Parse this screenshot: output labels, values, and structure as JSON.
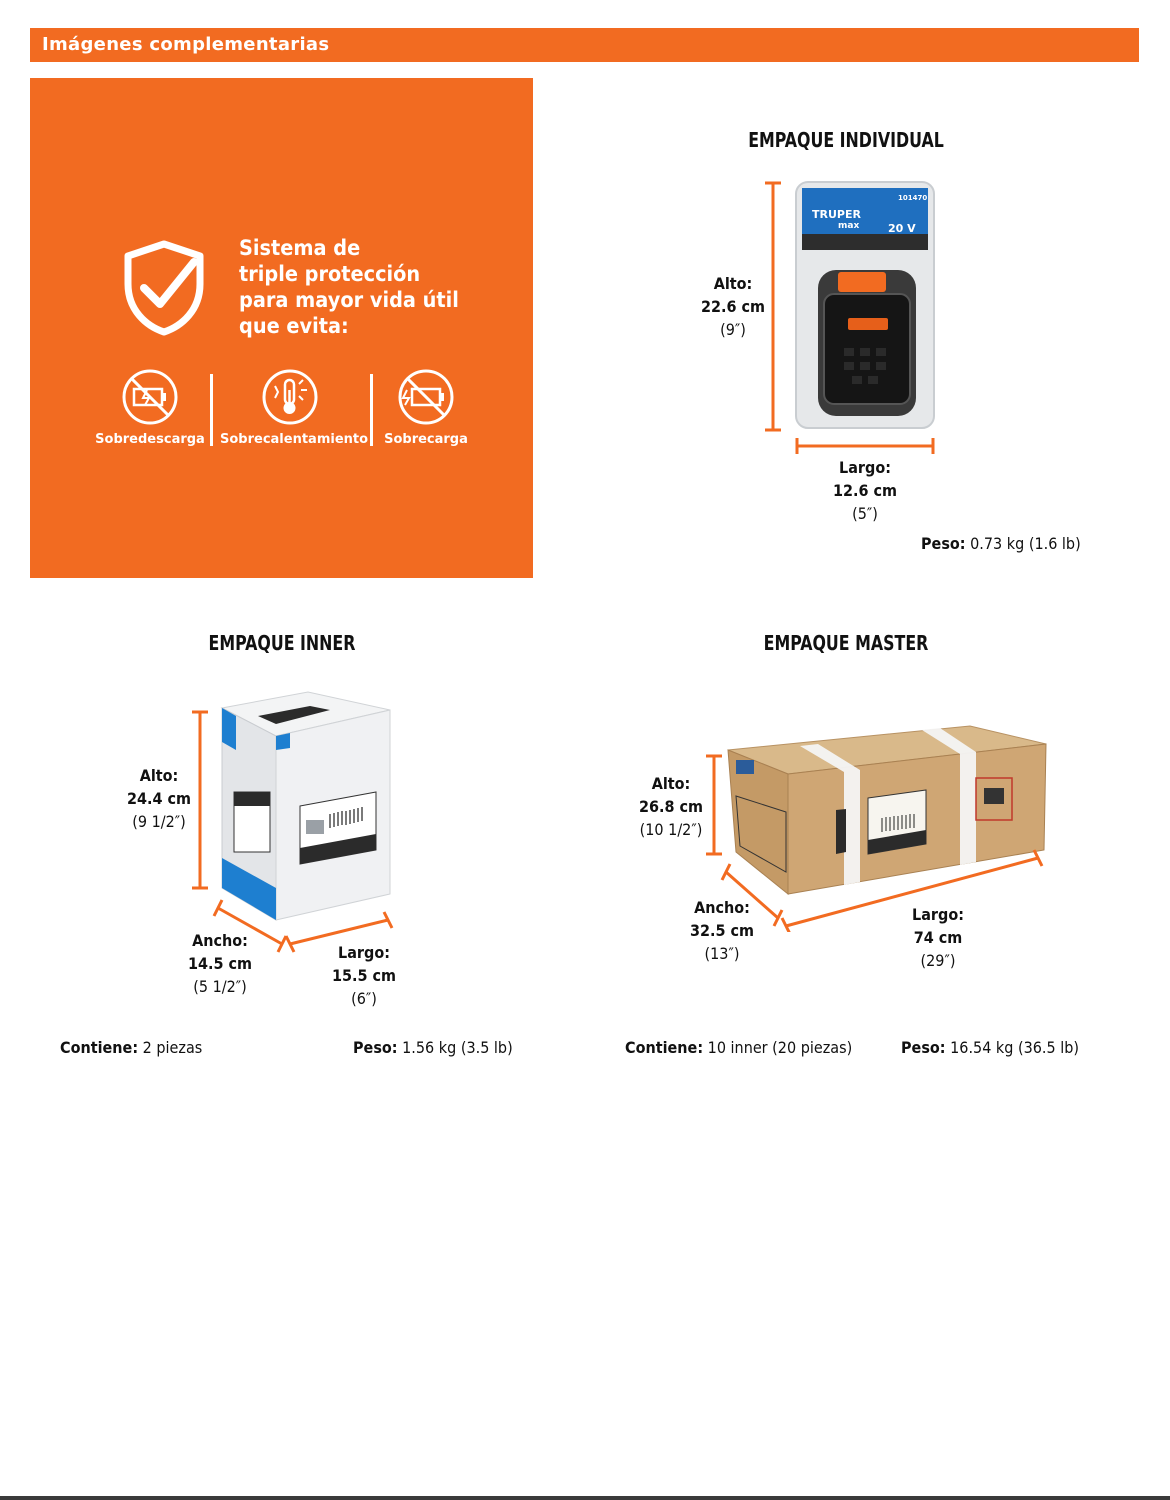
{
  "header": {
    "title": "Imágenes complementarias"
  },
  "promo": {
    "lines": [
      "Sistema de",
      "triple protección",
      "para mayor vida útil",
      "que evita:"
    ],
    "icons": [
      {
        "icon": "battery-discharge-icon",
        "label": "Sobredescarga"
      },
      {
        "icon": "overheating-thermometer-icon",
        "label": "Sobrecalentamiento"
      },
      {
        "icon": "battery-overcharge-icon",
        "label": "Sobrecarga"
      }
    ]
  },
  "individual": {
    "title": "EMPAQUE INDIVIDUAL",
    "height": {
      "label": "Alto:",
      "value": "22.6 cm",
      "inches": "(9″)"
    },
    "length": {
      "label": "Largo:",
      "value": "12.6 cm",
      "inches": "(5″)"
    },
    "weight": {
      "label": "Peso:",
      "value": "0.73 kg (1.6 lb)"
    },
    "package_text": {
      "brand": "TRUPER",
      "sub": "max",
      "voltage": "20 V",
      "code": "101470"
    }
  },
  "inner": {
    "title": "EMPAQUE INNER",
    "height": {
      "label": "Alto:",
      "value": "24.4 cm",
      "inches": "(9 1/2″)"
    },
    "width": {
      "label": "Ancho:",
      "value": "14.5 cm",
      "inches": "(5 1/2″)"
    },
    "length": {
      "label": "Largo:",
      "value": "15.5 cm",
      "inches": "(6″)"
    },
    "contains": {
      "label": "Contiene:",
      "value": "2 piezas"
    },
    "weight": {
      "label": "Peso:",
      "value": "1.56 kg (3.5 lb)"
    }
  },
  "master": {
    "title": "EMPAQUE MASTER",
    "height": {
      "label": "Alto:",
      "value": "26.8 cm",
      "inches": "(10 1/2″)"
    },
    "width": {
      "label": "Ancho:",
      "value": "32.5 cm",
      "inches": "(13″)"
    },
    "length": {
      "label": "Largo:",
      "value": "74 cm",
      "inches": "(29″)"
    },
    "contains": {
      "label": "Contiene:",
      "value": "10 inner (20 piezas)"
    },
    "weight": {
      "label": "Peso:",
      "value": "16.54 kg (36.5 lb)"
    }
  },
  "colors": {
    "accent": "#f26b21",
    "blue": "#1e7fd0",
    "cardboard": "#c9a574",
    "text": "#111111"
  }
}
